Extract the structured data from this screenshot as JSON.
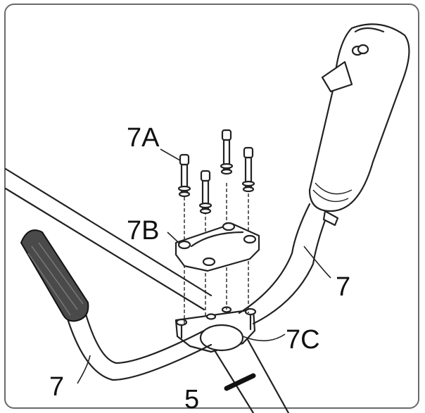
{
  "labels": {
    "bolts": "7A",
    "upper_clamp": "7B",
    "lower_clamp": "7C",
    "handle_right": "7",
    "handle_left": "7",
    "shaft": "5"
  },
  "colors": {
    "line": "#222222",
    "grip": "#4a4a4a",
    "frame": "#6a6a6a"
  }
}
